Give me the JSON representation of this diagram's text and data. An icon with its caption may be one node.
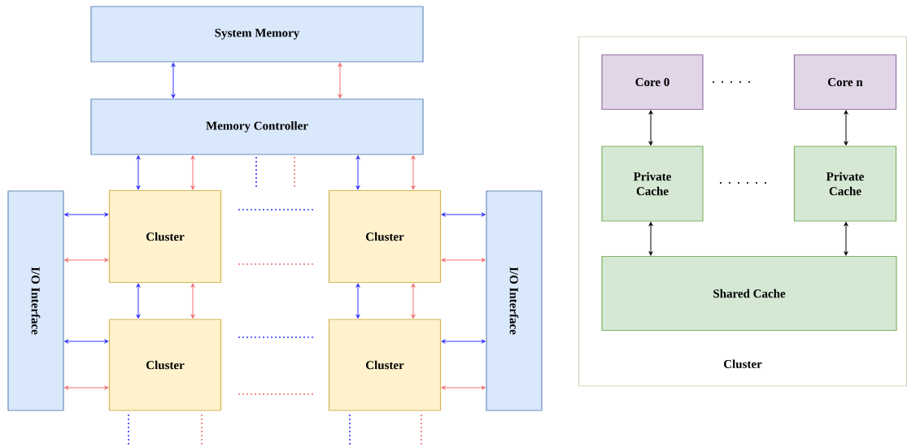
{
  "diagram": {
    "nodes": [
      {
        "text": [
          "System Memory"
        ]
      },
      {
        "text": [
          "Memory Controller"
        ]
      },
      {
        "text": [
          "I/O Interface"
        ]
      },
      {
        "text": [
          "Cluster"
        ]
      },
      {
        "text": [
          "Cluster"
        ]
      },
      {
        "text": [
          "I/O Interface"
        ]
      },
      {
        "text": [
          "Cluster"
        ]
      },
      {
        "text": [
          "Cluster"
        ]
      },
      {
        "text": [
          "Cluster"
        ]
      },
      {
        "text": [
          "Core 0"
        ],
        "in": 8
      },
      {
        "text": [
          "Core n"
        ],
        "in": 8
      },
      {
        "text": [
          "Private Cache"
        ],
        "in": 8
      },
      {
        "text": [
          "Private Cache"
        ],
        "in": 8
      },
      {
        "text": [
          "Shared Cache"
        ],
        "in": 8
      }
    ],
    "edges": [
      {
        "from": 0,
        "to": 1,
        "arrow": "both",
        "color": "#3333ff"
      },
      {
        "from": 0,
        "to": 1,
        "arrow": "both",
        "color": "#f07070"
      },
      {
        "from": 1,
        "to": 3,
        "arrow": "both",
        "color": "#3333ff"
      },
      {
        "from": 1,
        "to": 3,
        "arrow": "both",
        "color": "#f07070"
      },
      {
        "from": 1,
        "to": 4,
        "arrow": "both",
        "color": "#3333ff"
      },
      {
        "from": 1,
        "to": 4,
        "arrow": "both",
        "color": "#f07070"
      },
      {
        "from": 2,
        "to": 3,
        "arrow": "both",
        "color": "#3333ff"
      },
      {
        "from": 2,
        "to": 3,
        "arrow": "both",
        "color": "#f07070"
      },
      {
        "from": 4,
        "to": 5,
        "arrow": "both",
        "color": "#3333ff"
      },
      {
        "from": 4,
        "to": 5,
        "arrow": "both",
        "color": "#f07070"
      },
      {
        "from": 3,
        "to": 6,
        "arrow": "both",
        "color": "#3333ff"
      },
      {
        "from": 3,
        "to": 6,
        "arrow": "both",
        "color": "#f07070"
      },
      {
        "from": 4,
        "to": 7,
        "arrow": "both",
        "color": "#3333ff"
      },
      {
        "from": 4,
        "to": 7,
        "arrow": "both",
        "color": "#f07070"
      },
      {
        "from": 2,
        "to": 6,
        "arrow": "both",
        "color": "#3333ff"
      },
      {
        "from": 2,
        "to": 6,
        "arrow": "both",
        "color": "#f07070"
      },
      {
        "from": 7,
        "to": 5,
        "arrow": "both",
        "color": "#3333ff"
      },
      {
        "from": 7,
        "to": 5,
        "arrow": "both",
        "color": "#f07070"
      },
      {
        "from": 9,
        "to": 11,
        "arrow": "both",
        "color": "#000000"
      },
      {
        "from": 10,
        "to": 12,
        "arrow": "both",
        "color": "#000000"
      },
      {
        "from": 11,
        "to": 13,
        "arrow": "both",
        "color": "#000000"
      },
      {
        "from": 12,
        "to": 13,
        "arrow": "both",
        "color": "#000000"
      }
    ]
  }
}
